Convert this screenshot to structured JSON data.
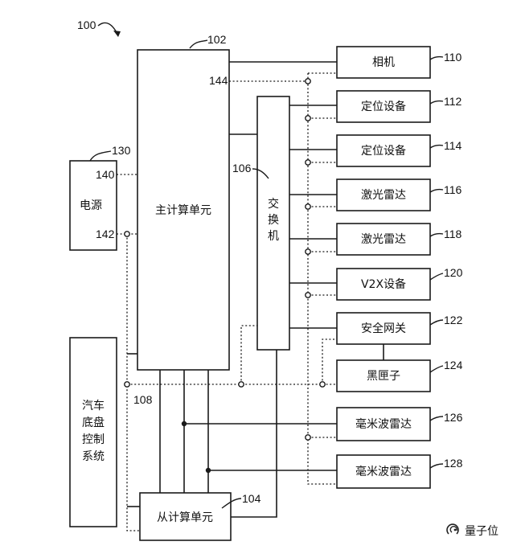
{
  "figure_ref": "100",
  "blocks": {
    "main_compute": {
      "label": "主计算单元",
      "ref": "102"
    },
    "sub_compute": {
      "label": "从计算单元",
      "ref": "104"
    },
    "switch": {
      "label": [
        "交",
        "换",
        "机"
      ],
      "ref": "106"
    },
    "chassis": {
      "label": [
        "汽车",
        "底盘",
        "控制",
        "系统"
      ],
      "ref": "108"
    },
    "power": {
      "label": "电源",
      "ref": "130",
      "port_a": "140",
      "port_b": "142"
    },
    "port_144": "144"
  },
  "devices": [
    {
      "label": "相机",
      "ref": "110"
    },
    {
      "label": "定位设备",
      "ref": "112"
    },
    {
      "label": "定位设备",
      "ref": "114"
    },
    {
      "label": "激光雷达",
      "ref": "116"
    },
    {
      "label": "激光雷达",
      "ref": "118"
    },
    {
      "label": "V2X设备",
      "ref": "120"
    },
    {
      "label": "安全网关",
      "ref": "122"
    },
    {
      "label": "黑匣子",
      "ref": "124"
    },
    {
      "label": "毫米波雷达",
      "ref": "126"
    },
    {
      "label": "毫米波雷达",
      "ref": "128"
    }
  ],
  "watermark": {
    "text": "量子位"
  }
}
